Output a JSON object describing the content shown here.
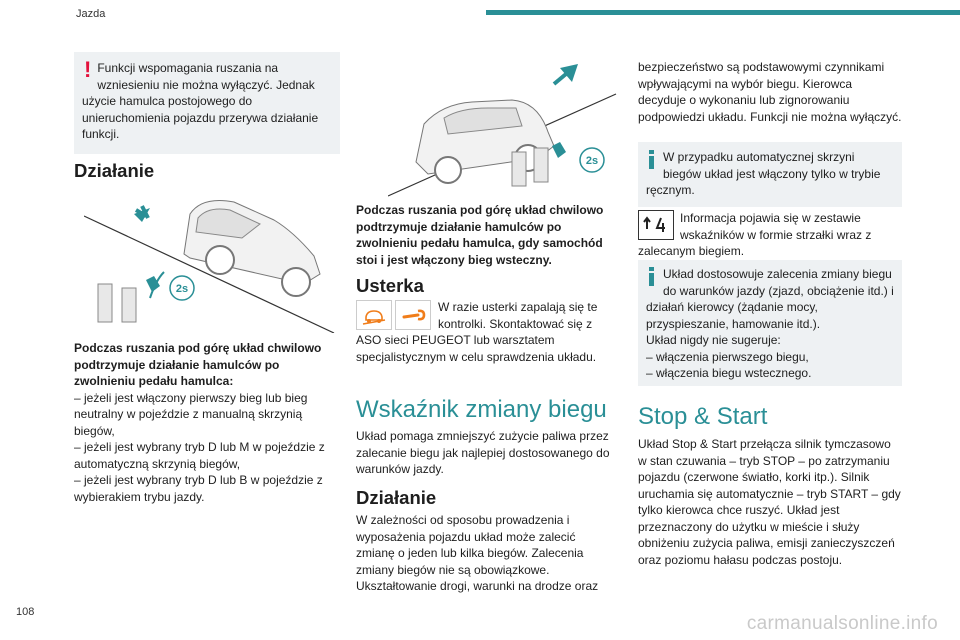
{
  "header": {
    "section": "Jazda"
  },
  "footer": {
    "page_number": "108",
    "watermark": "carmanualsonline.info"
  },
  "colors": {
    "accent": "#2a8f96",
    "warning": "#e3123c",
    "box_bg": "#eef1f3"
  },
  "col1": {
    "warning_box": {
      "icon": "warning-exclamation-icon",
      "text": "Funkcji wspomagania ruszania na wzniesieniu nie można wyłączyć. Jednak użycie hamulca postojowego do unieruchomienia pojazdu przerywa działanie funkcji."
    },
    "heading": "Działanie",
    "illustration": {
      "icon": "car-uphill-forward-illustration",
      "badge": "2s"
    },
    "caption": "Podczas ruszania pod górę układ chwilowo podtrzymuje działanie hamulców po zwolnieniu pedału hamulca:",
    "items": [
      "– jeżeli jest włączony pierwszy bieg lub bieg neutralny w pojeździe z manualną skrzynią biegów,",
      "– jeżeli jest wybrany tryb D lub M w pojeździe z automatyczną skrzynią biegów,",
      "– jeżeli jest wybrany tryb D lub B w pojeździe z wybierakiem trybu jazdy."
    ]
  },
  "col2": {
    "illustration": {
      "icon": "car-downhill-reverse-illustration",
      "badge": "2s"
    },
    "caption": "Podczas ruszania pod górę układ chwilowo podtrzymuje działanie hamulców po zwolnieniu pedału hamulca, gdy samochód stoi i jest włączony bieg wsteczny.",
    "fault_heading": "Usterka",
    "fault_icons": [
      "hill-assist-warning-icon",
      "service-wrench-icon"
    ],
    "fault_text": "W razie usterki zapalają się te kontrolki. Skontaktować się z ASO sieci PEUGEOT lub warsztatem specjalistycznym w celu sprawdzenia układu.",
    "shift_heading": "Wskaźnik zmiany biegu",
    "shift_intro": "Układ pomaga zmniejszyć zużycie paliwa przez zalecanie biegu jak najlepiej dostosowanego do warunków jazdy.",
    "op_heading": "Działanie",
    "op_text": "W zależności od sposobu prowadzenia i wyposażenia pojazdu układ może zalecić zmianę o jeden lub kilka biegów. Zalecenia zmiany biegów nie są obowiązkowe. Ukształtowanie drogi, warunki na drodze oraz"
  },
  "col3": {
    "cont_text": "bezpieczeństwo są podstawowymi czynnikami wpływającymi na wybór biegu. Kierowca decyduje o wykonaniu lub zignorowaniu podpowiedzi układu. Funkcji nie można wyłączyć.",
    "info1": "W przypadku automatycznej skrzyni biegów układ jest włączony tylko w trybie ręcznym.",
    "gear_icon": "gear-shift-indicator-icon",
    "gear_text": "Informacja pojawia się w zestawie wskaźników w formie strzałki wraz z zalecanym biegiem.",
    "info2_lines": [
      "Układ dostosowuje zalecenia zmiany biegu do warunków jazdy (zjazd, obciążenie itd.) i działań kierowcy (żądanie mocy, przyspieszanie, hamowanie itd.).",
      "Układ nigdy nie sugeruje:",
      "– włączenia pierwszego biegu,",
      "– włączenia biegu wstecznego."
    ],
    "ss_heading": "Stop & Start",
    "ss_text": "Układ Stop & Start przełącza silnik tymczasowo w stan czuwania – tryb STOP – po zatrzymaniu pojazdu (czerwone światło, korki itp.). Silnik uruchamia się automatycznie – tryb START – gdy tylko kierowca chce ruszyć. Układ jest przeznaczony do użytku w mieście i służy obniżeniu zużycia paliwa, emisji zanieczyszczeń oraz poziomu hałasu podczas postoju."
  }
}
